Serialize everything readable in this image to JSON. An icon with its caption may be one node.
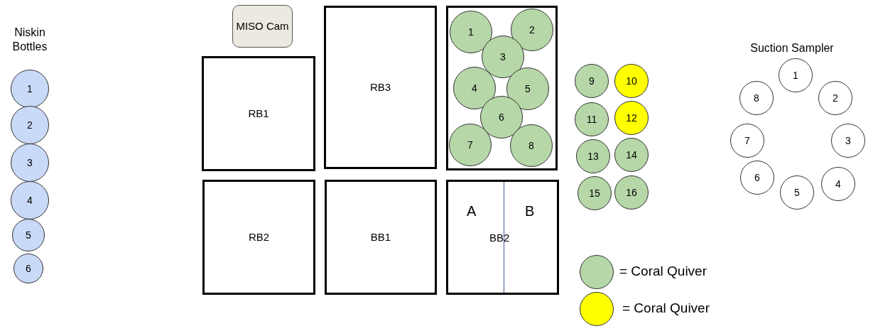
{
  "diagram": {
    "nodes": [
      {
        "text": [
          "1"
        ]
      },
      {
        "text": [
          "2"
        ]
      },
      {
        "text": [
          "3"
        ]
      },
      {
        "text": [
          "4"
        ]
      },
      {
        "text": [
          "5"
        ]
      },
      {
        "text": [
          "6"
        ]
      },
      {
        "text": [
          "MISO Cam"
        ]
      },
      {
        "text": [
          "RB1"
        ]
      },
      {
        "text": [
          "RB2"
        ]
      },
      {
        "text": [
          "RB3"
        ]
      },
      {
        "text": [
          "BB1"
        ]
      },
      {
        "text": [],
        "shape": "box"
      },
      {
        "text": [
          "1"
        ],
        "in": 11
      },
      {
        "text": [
          "2"
        ],
        "in": 11
      },
      {
        "text": [
          "3"
        ],
        "in": 11
      },
      {
        "text": [
          "4"
        ],
        "in": 11
      },
      {
        "text": [
          "5"
        ],
        "in": 11
      },
      {
        "text": [
          "6"
        ],
        "in": 11
      },
      {
        "text": [
          "7"
        ],
        "in": 11
      },
      {
        "text": [
          "8"
        ],
        "in": 11
      },
      {
        "text": [
          "A",
          "B",
          "BB2"
        ]
      },
      {
        "text": [
          "9"
        ]
      },
      {
        "text": [
          "10"
        ]
      },
      {
        "text": [
          "11"
        ]
      },
      {
        "text": [
          "12"
        ]
      },
      {
        "text": [
          "13"
        ]
      },
      {
        "text": [
          "14"
        ]
      },
      {
        "text": [
          "15"
        ]
      },
      {
        "text": [
          "16"
        ]
      },
      {
        "text": [
          "1"
        ]
      },
      {
        "text": [
          "2"
        ]
      },
      {
        "text": [
          "3"
        ]
      },
      {
        "text": [
          "4"
        ]
      },
      {
        "text": [
          "5"
        ]
      },
      {
        "text": [
          "6"
        ]
      },
      {
        "text": [
          "7"
        ]
      },
      {
        "text": [
          "8"
        ]
      }
    ],
    "labels": [
      "Niskin Bottles",
      "Suction Sampler"
    ],
    "legend": [
      {
        "text": "= Coral Quiver",
        "color": "#b6d7a8"
      },
      {
        "text": "= Coral Quiver",
        "color": "#ffff00"
      }
    ]
  }
}
